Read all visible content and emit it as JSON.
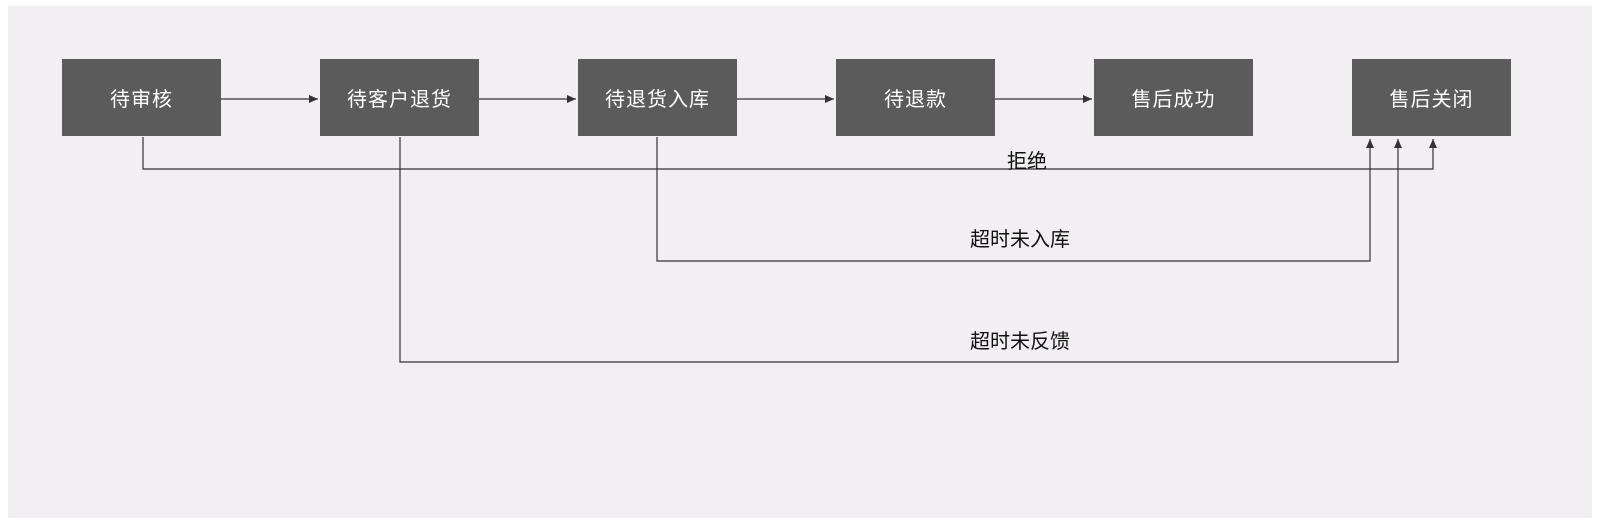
{
  "nodes": {
    "pending_review": "待审核",
    "pending_customer_return": "待客户退货",
    "pending_return_inbound": "待退货入库",
    "pending_refund": "待退款",
    "aftersale_success": "售后成功",
    "aftersale_closed": "售后关闭"
  },
  "edge_labels": {
    "reject": "拒绝",
    "timeout_not_inbound": "超时未入库",
    "timeout_no_feedback": "超时未反馈"
  },
  "colors": {
    "canvas_background": "#f1eff1",
    "node_fill": "#5b5b5b",
    "node_text": "#ffffff",
    "edge_line": "#333333"
  }
}
